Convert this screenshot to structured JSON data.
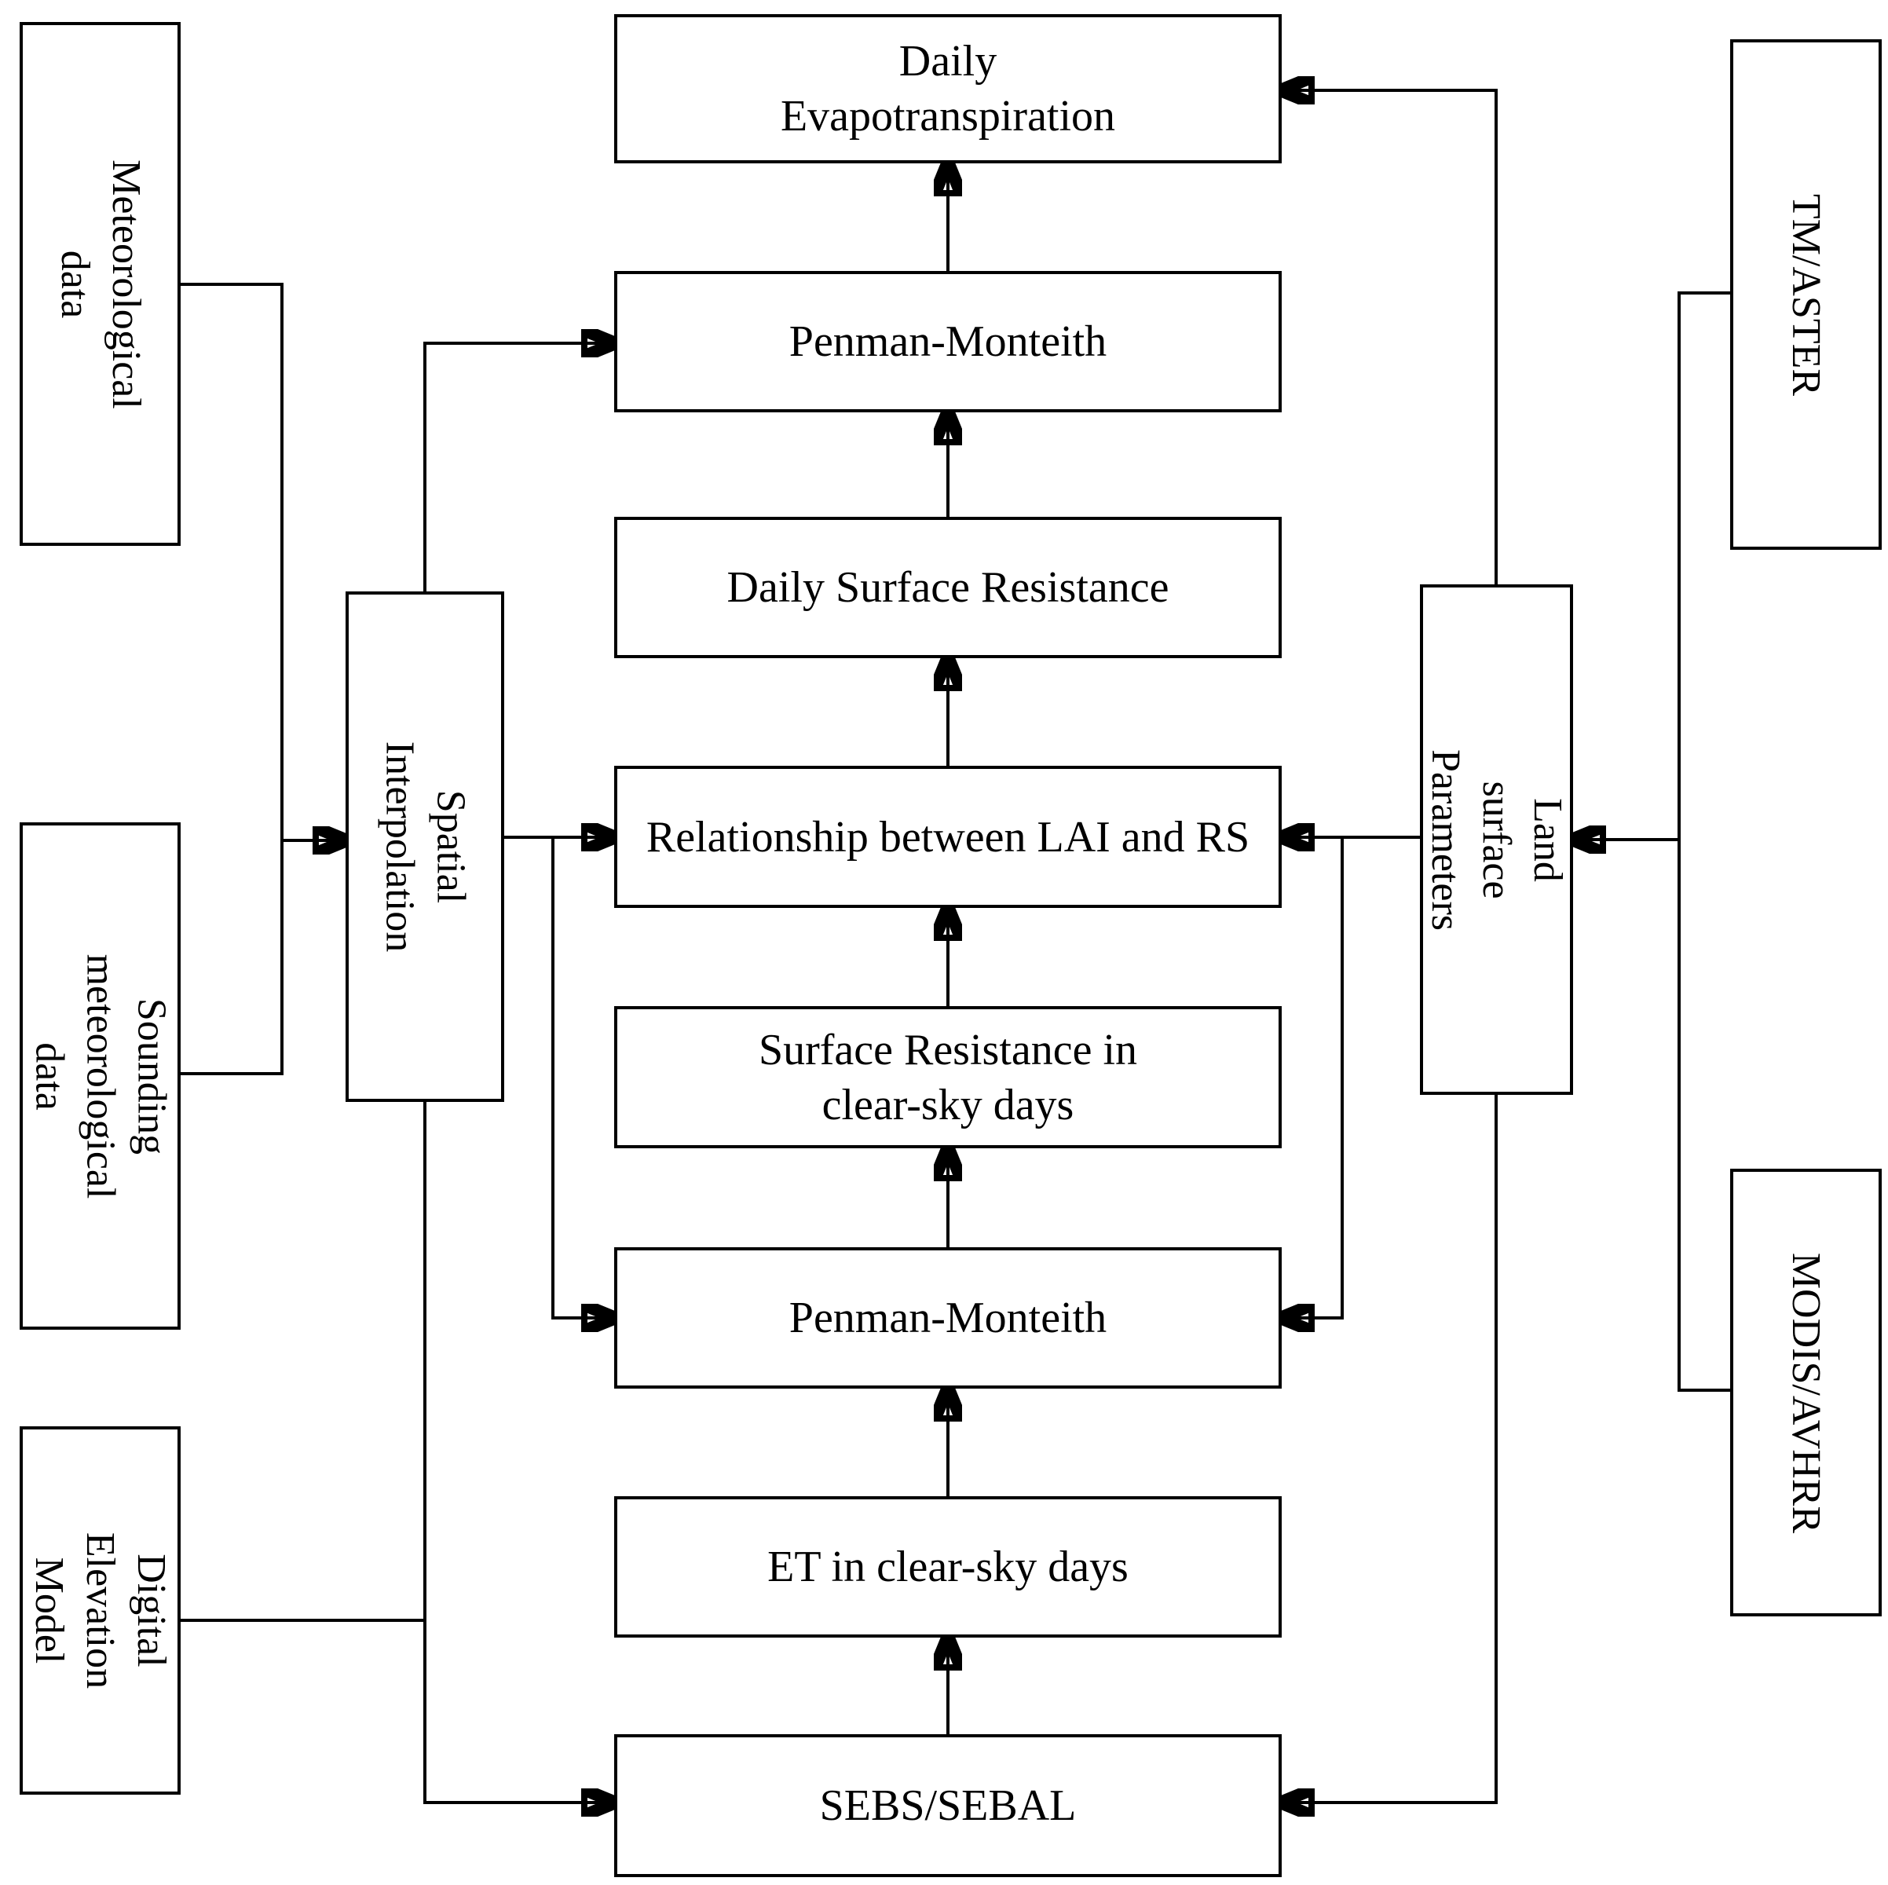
{
  "boxes": {
    "daily_evapotranspiration": {
      "label": "Daily\nEvapotranspiration"
    },
    "penman_monteith_top": {
      "label": "Penman-Monteith"
    },
    "daily_surface_resistance": {
      "label": "Daily Surface Resistance"
    },
    "relationship_lai_rs": {
      "label": "Relationship between LAI and RS"
    },
    "surface_resistance_clear_sky": {
      "label": "Surface Resistance in\nclear-sky days"
    },
    "penman_monteith_bottom": {
      "label": "Penman-Monteith"
    },
    "et_clear_sky": {
      "label": "ET in clear-sky days"
    },
    "sebs_sebal": {
      "label": "SEBS/SEBAL"
    },
    "meteorological_data": {
      "label": "Meteorological data"
    },
    "sounding_met_data": {
      "label": "Sounding\nmeteorological data"
    },
    "digital_elevation_model": {
      "label": "Digital Elevation\nModel"
    },
    "spatial_interpolation": {
      "label": "Spatial Interpolation"
    },
    "land_surface_parameters": {
      "label": "Land surface Parameters"
    },
    "tm_aster": {
      "label": "TM/ASTER"
    },
    "modis_avhrr": {
      "label": "MODIS/AVHRR"
    }
  },
  "edges": [
    {
      "from": "meteorological_data",
      "to": "spatial_interpolation"
    },
    {
      "from": "sounding_met_data",
      "to": "spatial_interpolation"
    },
    {
      "from": "digital_elevation_model",
      "to": "sebs_sebal"
    },
    {
      "from": "spatial_interpolation",
      "to": "penman_monteith_top"
    },
    {
      "from": "spatial_interpolation",
      "to": "relationship_lai_rs"
    },
    {
      "from": "spatial_interpolation",
      "to": "penman_monteith_bottom"
    },
    {
      "from": "spatial_interpolation",
      "to": "sebs_sebal"
    },
    {
      "from": "sebs_sebal",
      "to": "et_clear_sky"
    },
    {
      "from": "et_clear_sky",
      "to": "penman_monteith_bottom"
    },
    {
      "from": "penman_monteith_bottom",
      "to": "surface_resistance_clear_sky"
    },
    {
      "from": "surface_resistance_clear_sky",
      "to": "relationship_lai_rs"
    },
    {
      "from": "relationship_lai_rs",
      "to": "daily_surface_resistance"
    },
    {
      "from": "daily_surface_resistance",
      "to": "penman_monteith_top"
    },
    {
      "from": "penman_monteith_top",
      "to": "daily_evapotranspiration"
    },
    {
      "from": "tm_aster",
      "to": "land_surface_parameters"
    },
    {
      "from": "modis_avhrr",
      "to": "land_surface_parameters"
    },
    {
      "from": "land_surface_parameters",
      "to": "daily_evapotranspiration"
    },
    {
      "from": "land_surface_parameters",
      "to": "relationship_lai_rs"
    },
    {
      "from": "land_surface_parameters",
      "to": "penman_monteith_bottom"
    },
    {
      "from": "land_surface_parameters",
      "to": "sebs_sebal"
    }
  ],
  "colors": {
    "line": "#000000",
    "background": "#ffffff",
    "box_fill": "#ffffff"
  }
}
